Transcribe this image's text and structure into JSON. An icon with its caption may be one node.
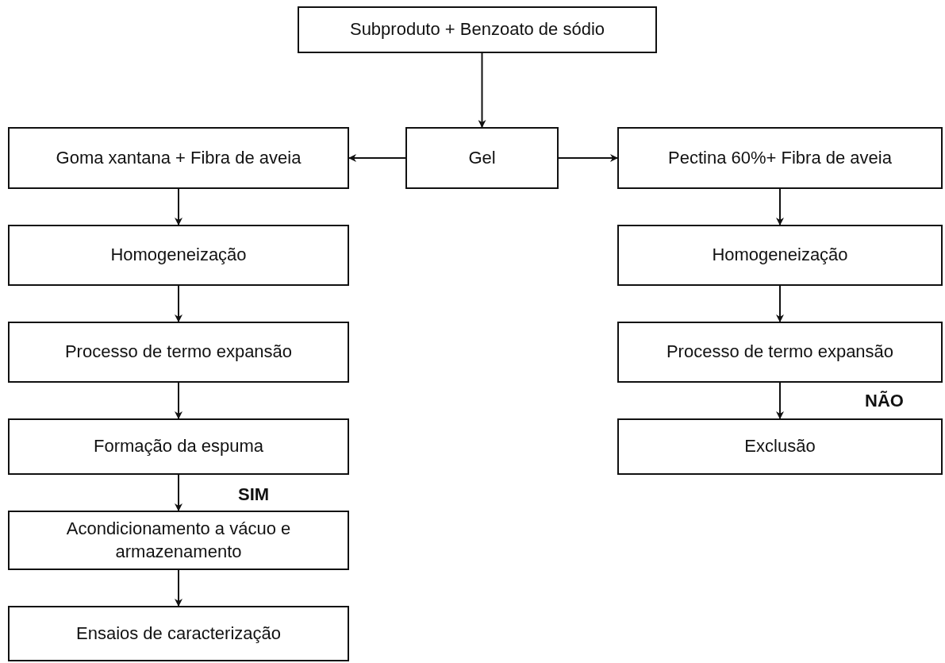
{
  "diagram": {
    "nodes": [
      {
        "text": [
          "Subproduto + Benzoato de sódio"
        ]
      },
      {
        "text": [
          "Gel"
        ]
      },
      {
        "text": [
          "Goma xantana + Fibra de aveia"
        ]
      },
      {
        "text": [
          "Pectina 60%+ Fibra de aveia"
        ]
      },
      {
        "text": [
          "Homogeneização"
        ]
      },
      {
        "text": [
          "Processo de termo expansão"
        ]
      },
      {
        "text": [
          "Formação da espuma"
        ]
      },
      {
        "text": [
          "Acondicionamento a vácuo e armazenamento"
        ]
      },
      {
        "text": [
          "Ensaios de caracterização"
        ]
      },
      {
        "text": [
          "Homogeneização"
        ]
      },
      {
        "text": [
          "Processo de termo expansão"
        ]
      },
      {
        "text": [
          "Exclusão"
        ]
      }
    ],
    "edges": [
      {
        "from": 0,
        "to": 1,
        "arrow": "to"
      },
      {
        "from": 1,
        "to": 2,
        "arrow": "to"
      },
      {
        "from": 1,
        "to": 3,
        "arrow": "to"
      },
      {
        "from": 2,
        "to": 4,
        "arrow": "to"
      },
      {
        "from": 4,
        "to": 5,
        "arrow": "to"
      },
      {
        "from": 5,
        "to": 6,
        "arrow": "to"
      },
      {
        "from": 6,
        "to": 7,
        "arrow": "to"
      },
      {
        "from": 7,
        "to": 8,
        "arrow": "to"
      },
      {
        "from": 3,
        "to": 9,
        "arrow": "to"
      },
      {
        "from": 9,
        "to": 10,
        "arrow": "to"
      },
      {
        "from": 10,
        "to": 11,
        "arrow": "to"
      }
    ],
    "labels": [
      "SIM",
      "NÃO"
    ]
  }
}
